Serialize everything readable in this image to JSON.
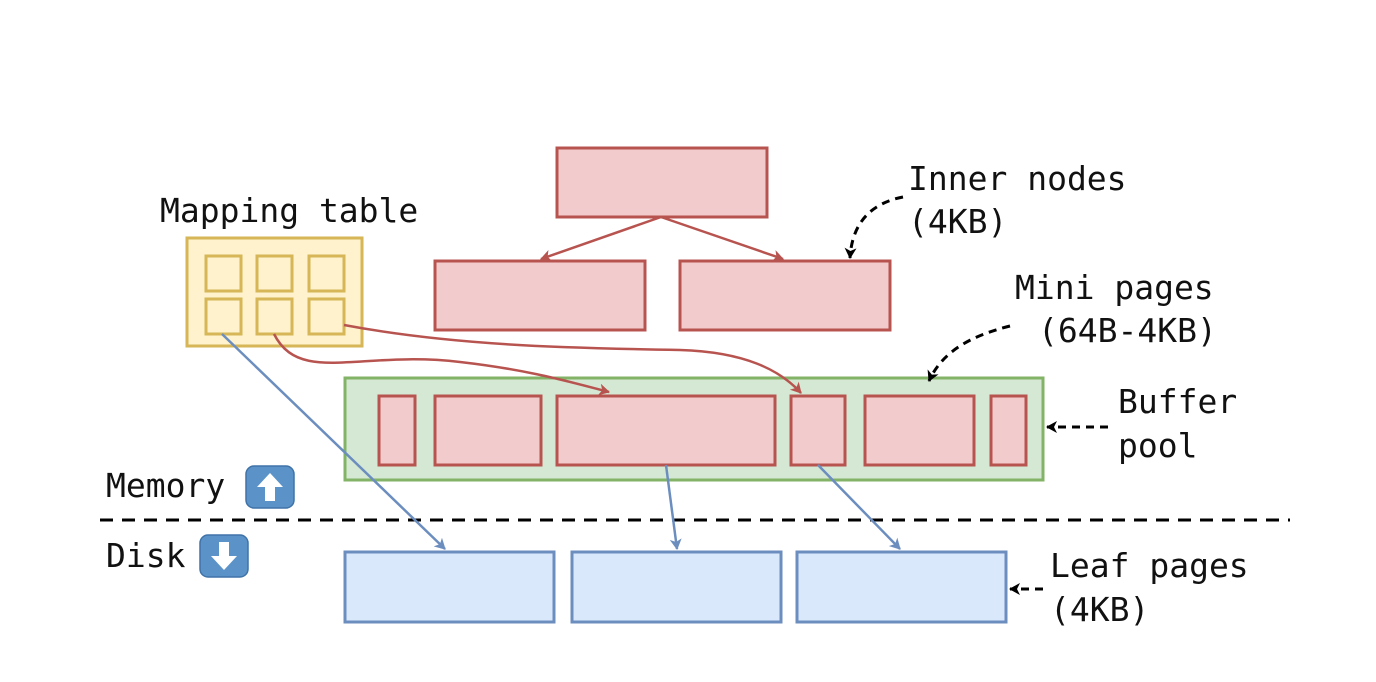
{
  "labels": {
    "inner_nodes": [
      "Inner nodes",
      "(4KB)"
    ],
    "mapping_table": "Mapping table",
    "mini_pages": [
      "Mini pages",
      "(64B-4KB)"
    ],
    "buffer_pool": [
      "Buffer",
      "pool"
    ],
    "memory": "Memory",
    "disk": "Disk",
    "leaf_pages": [
      "Leaf pages",
      "(4KB)"
    ]
  },
  "icons": {
    "memory": "arrow-up-emoji-icon",
    "disk": "arrow-down-emoji-icon"
  },
  "colors": {
    "inner_fill": "#f2cccc",
    "inner_stroke": "#b85450",
    "mapping_fill": "#fff2cc",
    "mapping_stroke": "#d6b656",
    "buffer_fill": "#d5e8d4",
    "buffer_stroke": "#82b366",
    "leaf_fill": "#dae8fc",
    "leaf_stroke": "#6c8ebf",
    "emoji_blue": "#5b93c9"
  }
}
